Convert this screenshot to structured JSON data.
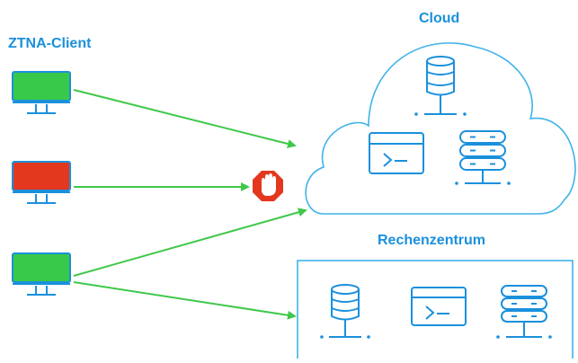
{
  "labels": {
    "client": "ZTNA-Client",
    "cloud": "Cloud",
    "datacenter": "Rechenzentrum"
  },
  "colors": {
    "accent": "#1a90dc",
    "arrow": "#3fc84a",
    "client_ok": "#39c94a",
    "client_blocked": "#e3381e",
    "stop": "#e3381e"
  },
  "clients": [
    {
      "status": "allowed",
      "icon": "monitor-icon"
    },
    {
      "status": "blocked",
      "icon": "monitor-icon"
    },
    {
      "status": "allowed",
      "icon": "monitor-icon"
    }
  ],
  "resources": {
    "cloud": [
      "database-icon",
      "terminal-icon",
      "server-icon"
    ],
    "datacenter": [
      "database-icon",
      "terminal-icon",
      "server-icon"
    ]
  },
  "blocker_icon": "stop-hand-icon"
}
